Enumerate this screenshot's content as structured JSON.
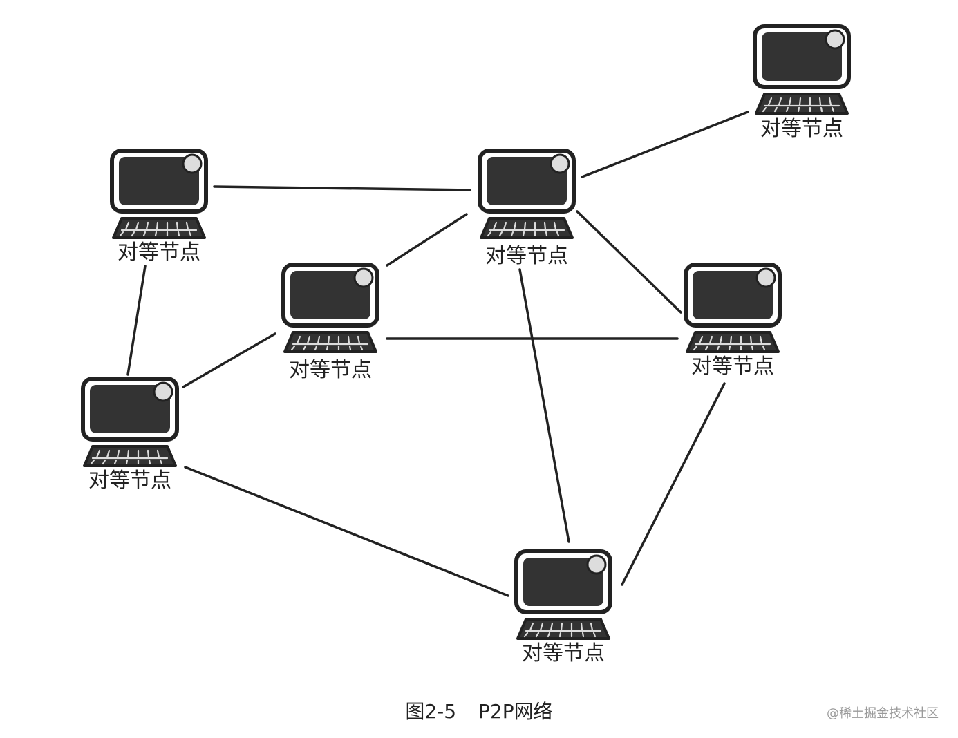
{
  "colors": {
    "ink": "#222222",
    "screen": "#333333",
    "frame": "#222222",
    "highlight": "#dddddd"
  },
  "nodes": [
    {
      "id": "n1",
      "label": "对等节点",
      "icon": "computer-icon"
    },
    {
      "id": "n2",
      "label": "对等节点",
      "icon": "computer-icon"
    },
    {
      "id": "n3",
      "label": "对等节点",
      "icon": "computer-icon"
    },
    {
      "id": "n4",
      "label": "对等节点",
      "icon": "computer-icon"
    },
    {
      "id": "n5",
      "label": "对等节点",
      "icon": "computer-icon"
    },
    {
      "id": "n6",
      "label": "对等节点",
      "icon": "computer-icon"
    },
    {
      "id": "n7",
      "label": "对等节点",
      "icon": "computer-icon"
    }
  ],
  "edges": [
    {
      "from": "n1",
      "to": "n3"
    },
    {
      "from": "n1",
      "to": "n5"
    },
    {
      "from": "n2",
      "to": "n3"
    },
    {
      "from": "n3",
      "to": "n4"
    },
    {
      "from": "n3",
      "to": "n6"
    },
    {
      "from": "n3",
      "to": "n7"
    },
    {
      "from": "n4",
      "to": "n6"
    },
    {
      "from": "n4",
      "to": "n5"
    },
    {
      "from": "n5",
      "to": "n7"
    },
    {
      "from": "n6",
      "to": "n7"
    }
  ],
  "caption": {
    "figure_no": "图2-5",
    "title": "P2P网络"
  },
  "watermark": "@稀土掘金技术社区"
}
